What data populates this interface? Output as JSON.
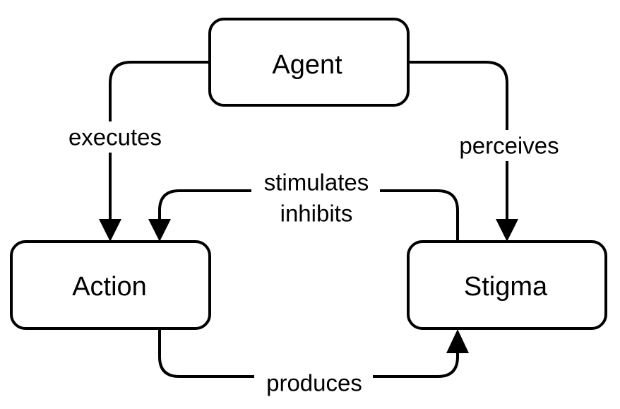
{
  "nodes": {
    "agent": "Agent",
    "action": "Action",
    "stigma": "Stigma"
  },
  "edges": {
    "executes": "executes",
    "perceives": "perceives",
    "stimulates": "stimulates",
    "inhibits": "inhibits",
    "produces": "produces"
  }
}
